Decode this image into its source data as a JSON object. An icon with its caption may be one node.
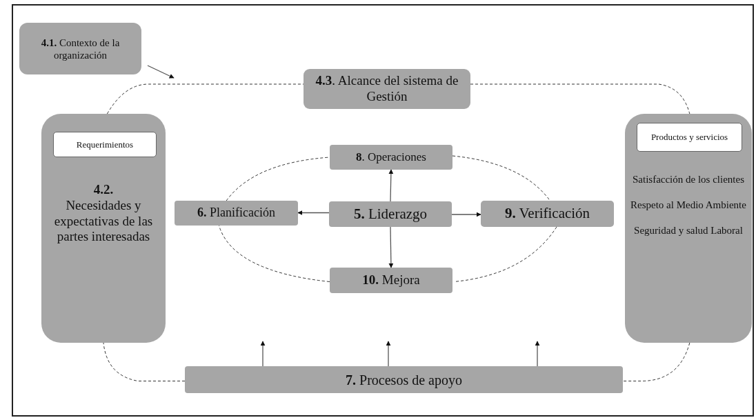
{
  "diagram": {
    "nodes": [
      {
        "text": [
          "**4.1.** Contexto de la organización"
        ]
      },
      {
        "text": [
          "**4.3**. Alcance del sistema de Gestión"
        ]
      },
      {
        "text": [
          "4.2.",
          "Necesidades y expectativas de las partes interesadas"
        ]
      },
      {
        "text": [
          "Requerimientos"
        ],
        "in": 2
      },
      {
        "text": [
          "**8**. Operaciones"
        ]
      },
      {
        "text": [
          "**6.** Planificación"
        ]
      },
      {
        "text": [
          "**5.** Liderazgo"
        ]
      },
      {
        "text": [
          "**9.** Verificación"
        ]
      },
      {
        "text": [
          "**10.** Mejora"
        ]
      },
      {
        "text": [
          "Satisfacción de los clientes",
          "Respeto al Medio Ambiente",
          "Seguridad y salud Laboral"
        ]
      },
      {
        "text": [
          "Productos y servicios"
        ],
        "in": 9
      },
      {
        "text": [
          "**7.** Procesos de apoyo"
        ]
      }
    ],
    "edges": [
      {
        "from": 0,
        "to": null,
        "arrow": "to"
      },
      {
        "from": 6,
        "to": 4,
        "arrow": "to"
      },
      {
        "from": 6,
        "to": 5,
        "arrow": "to"
      },
      {
        "from": 6,
        "to": 7,
        "arrow": "to"
      },
      {
        "from": 6,
        "to": 8,
        "arrow": "to"
      },
      {
        "from": 11,
        "to": null,
        "arrow": "to"
      },
      {
        "from": 11,
        "to": null,
        "arrow": "to"
      },
      {
        "from": 11,
        "to": null,
        "arrow": "to"
      },
      {
        "from": 2,
        "to": 1,
        "arrow": "none",
        "style": "dashed"
      },
      {
        "from": 1,
        "to": 9,
        "arrow": "none",
        "style": "dashed"
      },
      {
        "from": 9,
        "to": 11,
        "arrow": "none",
        "style": "dashed"
      },
      {
        "from": 11,
        "to": 2,
        "arrow": "none",
        "style": "dashed"
      },
      {
        "from": 4,
        "to": 7,
        "arrow": "none",
        "style": "dashed"
      },
      {
        "from": 7,
        "to": 8,
        "arrow": "none",
        "style": "dashed"
      },
      {
        "from": 8,
        "to": 5,
        "arrow": "none",
        "style": "dashed"
      },
      {
        "from": 5,
        "to": 4,
        "arrow": "none",
        "style": "dashed"
      }
    ]
  }
}
